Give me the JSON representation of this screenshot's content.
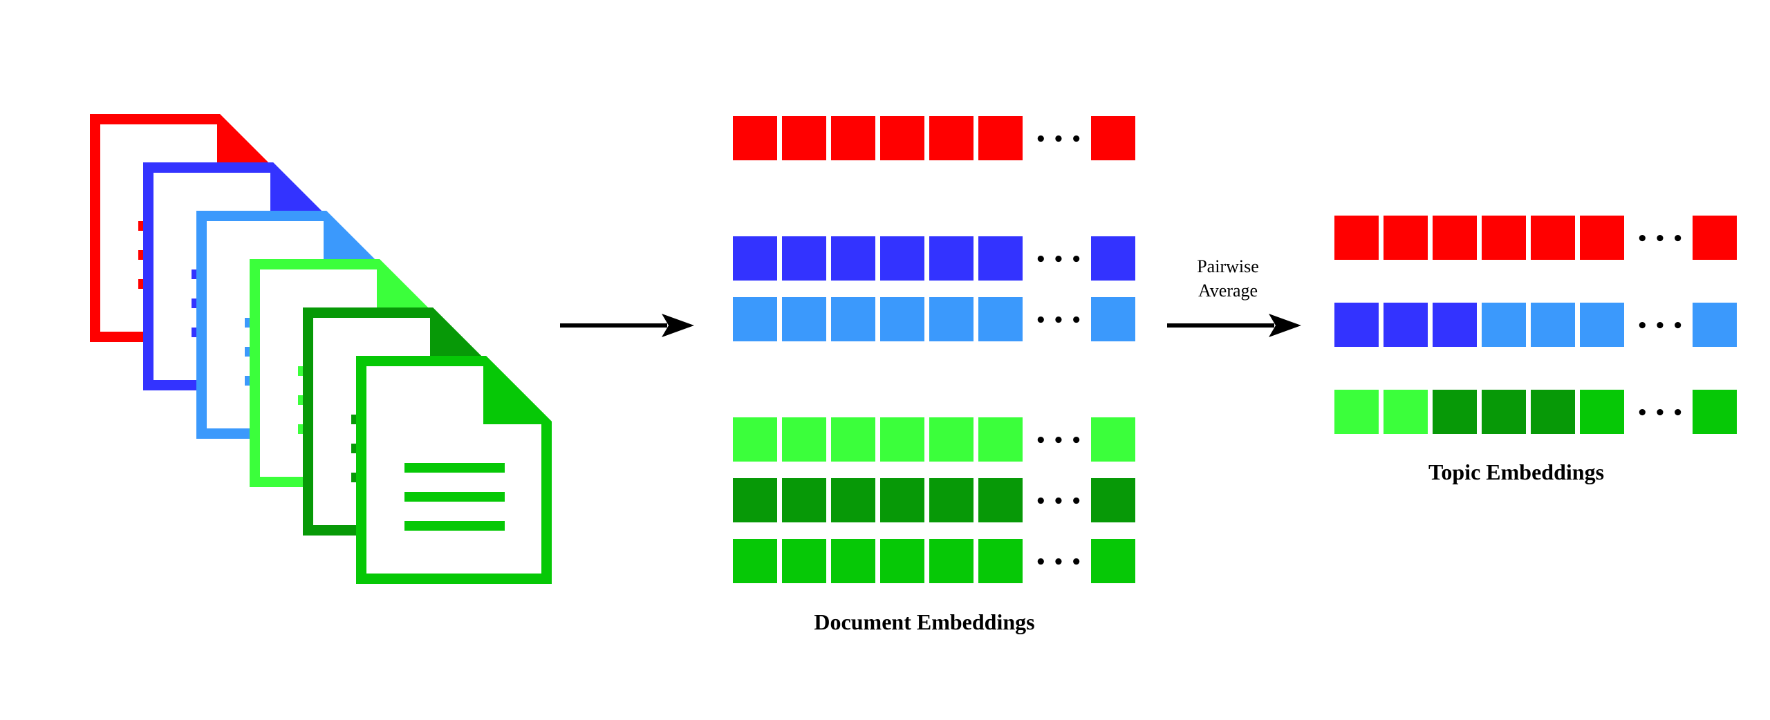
{
  "colors": {
    "red": "#ff0000",
    "blue": "#3333ff",
    "light_blue": "#3b99fc",
    "light_green": "#3bff3b",
    "dark_green": "#079907",
    "green": "#06c806",
    "black": "#000000"
  },
  "documents": [
    {
      "name": "document-red",
      "color": "red"
    },
    {
      "name": "document-blue",
      "color": "blue"
    },
    {
      "name": "document-light-blue",
      "color": "light_blue"
    },
    {
      "name": "document-light-green",
      "color": "light_green"
    },
    {
      "name": "document-dark-green",
      "color": "dark_green"
    },
    {
      "name": "document-green",
      "color": "green"
    }
  ],
  "document_embeddings": {
    "label": "Document Embeddings",
    "ellipsis": "• • •",
    "rows": [
      {
        "name": "doc-embedding-red",
        "cells": [
          "red",
          "red",
          "red",
          "red",
          "red",
          "red"
        ],
        "last": "red"
      },
      {
        "name": "doc-embedding-blue",
        "cells": [
          "blue",
          "blue",
          "blue",
          "blue",
          "blue",
          "blue"
        ],
        "last": "blue"
      },
      {
        "name": "doc-embedding-light-blue",
        "cells": [
          "light_blue",
          "light_blue",
          "light_blue",
          "light_blue",
          "light_blue",
          "light_blue"
        ],
        "last": "light_blue"
      },
      {
        "name": "doc-embedding-light-green",
        "cells": [
          "light_green",
          "light_green",
          "light_green",
          "light_green",
          "light_green",
          "light_green"
        ],
        "last": "light_green"
      },
      {
        "name": "doc-embedding-dark-green",
        "cells": [
          "dark_green",
          "dark_green",
          "dark_green",
          "dark_green",
          "dark_green",
          "dark_green"
        ],
        "last": "dark_green"
      },
      {
        "name": "doc-embedding-green",
        "cells": [
          "green",
          "green",
          "green",
          "green",
          "green",
          "green"
        ],
        "last": "green"
      }
    ]
  },
  "operation": {
    "line1": "Pairwise",
    "line2": "Average"
  },
  "topic_embeddings": {
    "label": "Topic Embeddings",
    "ellipsis": "• • •",
    "rows": [
      {
        "name": "topic-embedding-red",
        "cells": [
          "red",
          "red",
          "red",
          "red",
          "red",
          "red"
        ],
        "last": "red"
      },
      {
        "name": "topic-embedding-blue-mix",
        "cells": [
          "blue",
          "blue",
          "blue",
          "light_blue",
          "light_blue",
          "light_blue"
        ],
        "last": "light_blue"
      },
      {
        "name": "topic-embedding-green-mix",
        "cells": [
          "light_green",
          "light_green",
          "dark_green",
          "dark_green",
          "dark_green",
          "green"
        ],
        "last": "green"
      }
    ]
  }
}
